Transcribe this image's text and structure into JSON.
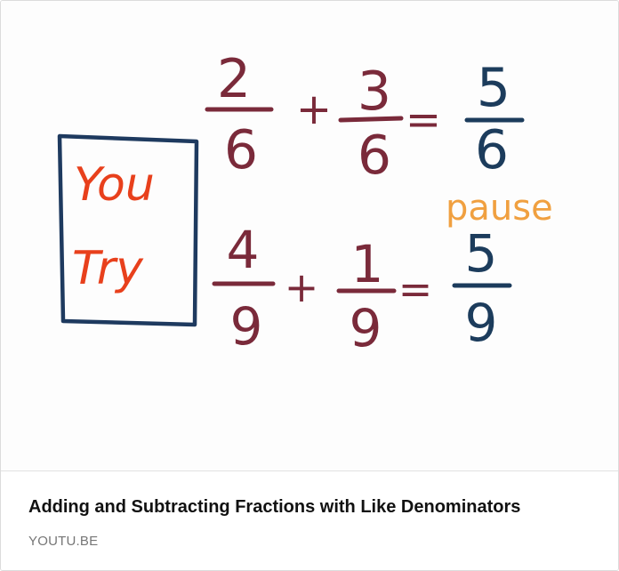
{
  "link_card": {
    "thumbnail": {
      "box_label_line1": "You",
      "box_label_line2": "Try",
      "equation1": {
        "a_num": "2",
        "a_den": "6",
        "op": "+",
        "b_num": "3",
        "b_den": "6",
        "eq": "=",
        "r_num": "5",
        "r_den": "6"
      },
      "equation2": {
        "a_num": "4",
        "a_den": "9",
        "op": "+",
        "b_num": "1",
        "b_den": "9",
        "eq": "=",
        "r_num": "5",
        "r_den": "9"
      },
      "pause_note": "pause",
      "colors": {
        "equation_ink": "#7a2a3a",
        "result_ink": "#1c3c5c",
        "box_ink": "#1e3a5f",
        "label_ink": "#e8401c",
        "pause_ink": "#f0a040"
      }
    },
    "title": "Adding and Subtracting Fractions with Like Denominators",
    "domain": "YOUTU.BE"
  }
}
